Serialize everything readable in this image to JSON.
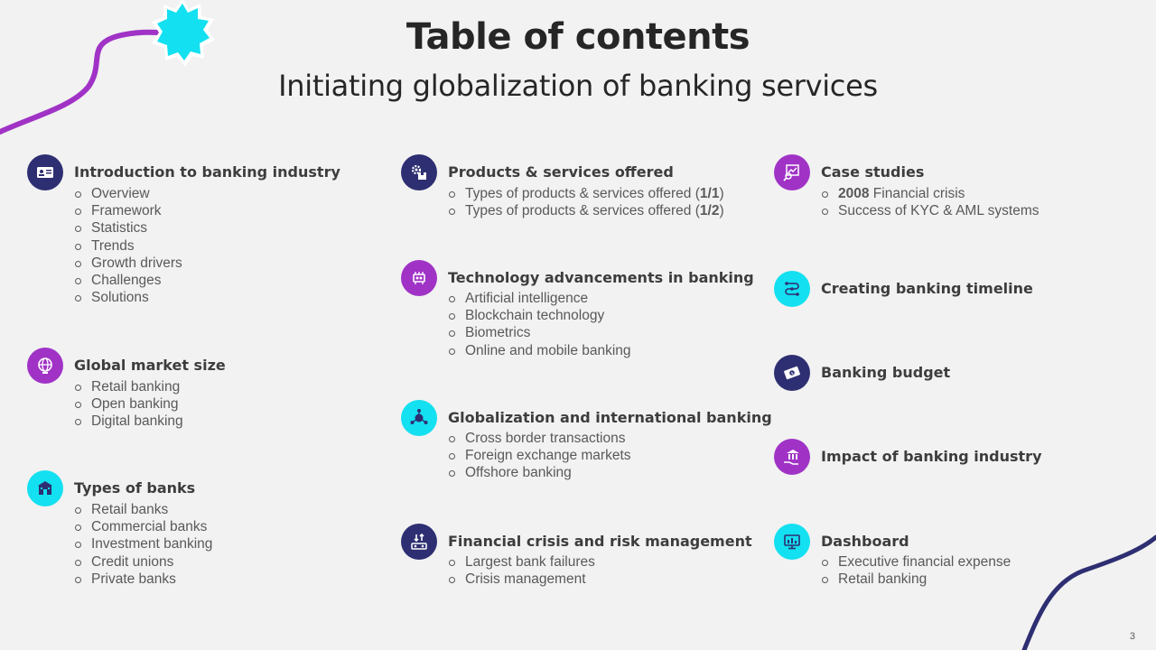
{
  "header": {
    "title": "Table of contents",
    "subtitle": "Initiating globalization of banking services"
  },
  "colors": {
    "navy": "#2e2f72",
    "purple": "#a033c6",
    "cyan": "#13e0f0"
  },
  "sections": {
    "intro": {
      "icon": "id-card-icon",
      "title": "Introduction to banking industry",
      "items": [
        "Overview",
        "Framework",
        "Statistics",
        "Trends",
        "Growth drivers",
        "Challenges",
        "Solutions"
      ]
    },
    "market": {
      "icon": "globe-icon",
      "title": "Global market size",
      "items": [
        "Retail banking",
        "Open banking",
        "Digital banking"
      ]
    },
    "banks": {
      "icon": "bank-building-icon",
      "title": "Types of banks",
      "items": [
        "Retail banks",
        "Commercial banks",
        "Investment banking",
        "Credit unions",
        "Private banks"
      ]
    },
    "products": {
      "icon": "gear-box-icon",
      "title": "Products & services offered",
      "items": [
        {
          "text": "Types of products & services offered (",
          "bold": "1/1",
          "after": ")"
        },
        {
          "text": "Types of products & services offered (",
          "bold": "1/2",
          "after": ")"
        }
      ]
    },
    "tech": {
      "icon": "tech-chip-icon",
      "title": "Technology advancements in banking",
      "items": [
        "Artificial intelligence",
        "Blockchain technology",
        "Biometrics",
        "Online and mobile banking"
      ]
    },
    "global": {
      "icon": "network-globe-icon",
      "title": "Globalization and international banking",
      "items": [
        "Cross border transactions",
        "Foreign exchange markets",
        "Offshore banking"
      ]
    },
    "crisis": {
      "icon": "risk-arrows-icon",
      "title": "Financial crisis and risk management",
      "items": [
        "Largest bank failures",
        "Crisis management"
      ]
    },
    "cases": {
      "icon": "chart-magnifier-icon",
      "title": "Case studies",
      "items": [
        {
          "bold": "2008",
          "text": " Financial crisis"
        },
        {
          "text": "Success of KYC & AML systems"
        }
      ]
    },
    "timeline": {
      "icon": "timeline-icon",
      "title": "Creating banking timeline",
      "items": []
    },
    "budget": {
      "icon": "money-icon",
      "title": "Banking budget",
      "items": []
    },
    "impact": {
      "icon": "bank-hand-icon",
      "title": "Impact of banking industry",
      "items": []
    },
    "dashboard": {
      "icon": "dashboard-monitor-icon",
      "title": "Dashboard",
      "items": [
        "Executive financial expense",
        "Retail banking"
      ]
    }
  },
  "footer": {
    "page_number": "3"
  }
}
